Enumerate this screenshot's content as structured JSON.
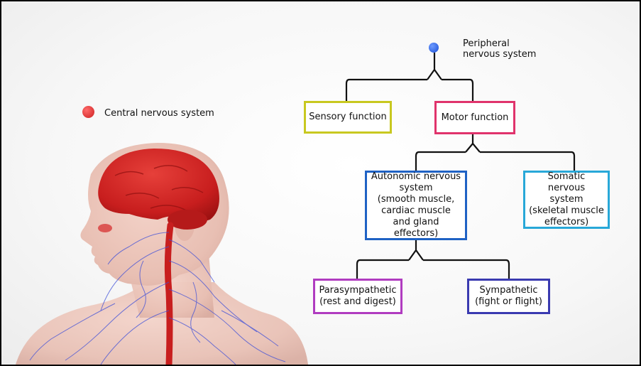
{
  "legend": {
    "central_label": "Central nervous system",
    "central_color": "#cc1f1f",
    "peripheral_label": "Peripheral\nnervous system",
    "peripheral_color": "#1a4fd6"
  },
  "illustration": {
    "icon": "human-head-nervous-system"
  },
  "nodes": {
    "sensory": {
      "label": "Sensory function",
      "color": "#c8c820"
    },
    "motor": {
      "label": "Motor function",
      "color": "#e0336c"
    },
    "autonomic": {
      "label": "Autonomic nervous\nsystem\n(smooth muscle,\ncardiac muscle\nand gland effectors)",
      "color": "#1f62c4"
    },
    "somatic": {
      "label": "Somatic nervous\nsystem\n(skeletal muscle\neffectors)",
      "color": "#28a8d8"
    },
    "parasympathetic": {
      "label": "Parasympathetic\n(rest and digest)",
      "color": "#b03cc0"
    },
    "sympathetic": {
      "label": "Sympathetic\n(fight or flight)",
      "color": "#3a3ab0"
    }
  }
}
